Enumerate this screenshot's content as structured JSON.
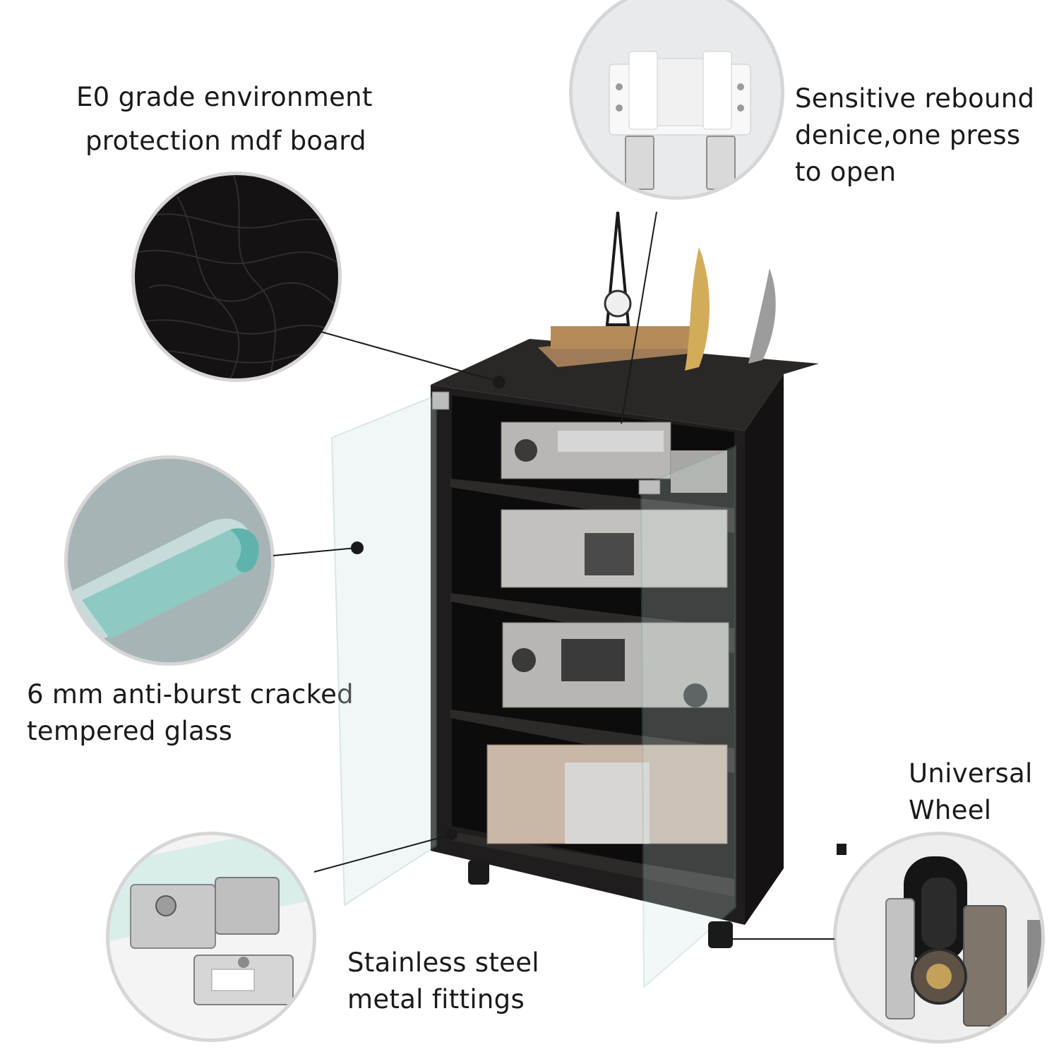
{
  "callouts": {
    "mdf": {
      "line1": "E0 grade environment",
      "line2": "protection mdf board"
    },
    "rebound": {
      "line1": "Sensitive rebound",
      "line2": "denice,one press",
      "line3": "to open"
    },
    "glass": {
      "line1": "6 mm anti-burst cracked",
      "line2": "tempered glass"
    },
    "wheel": {
      "line1": "Universal",
      "line2": "Wheel"
    },
    "steel": {
      "line1": "Stainless steel",
      "line2": "metal fittings"
    }
  },
  "colors": {
    "wood": "#1d1b1b",
    "glass": "#8fc9c4",
    "metal": "#c9c9c9",
    "text": "#1a1a1a"
  }
}
